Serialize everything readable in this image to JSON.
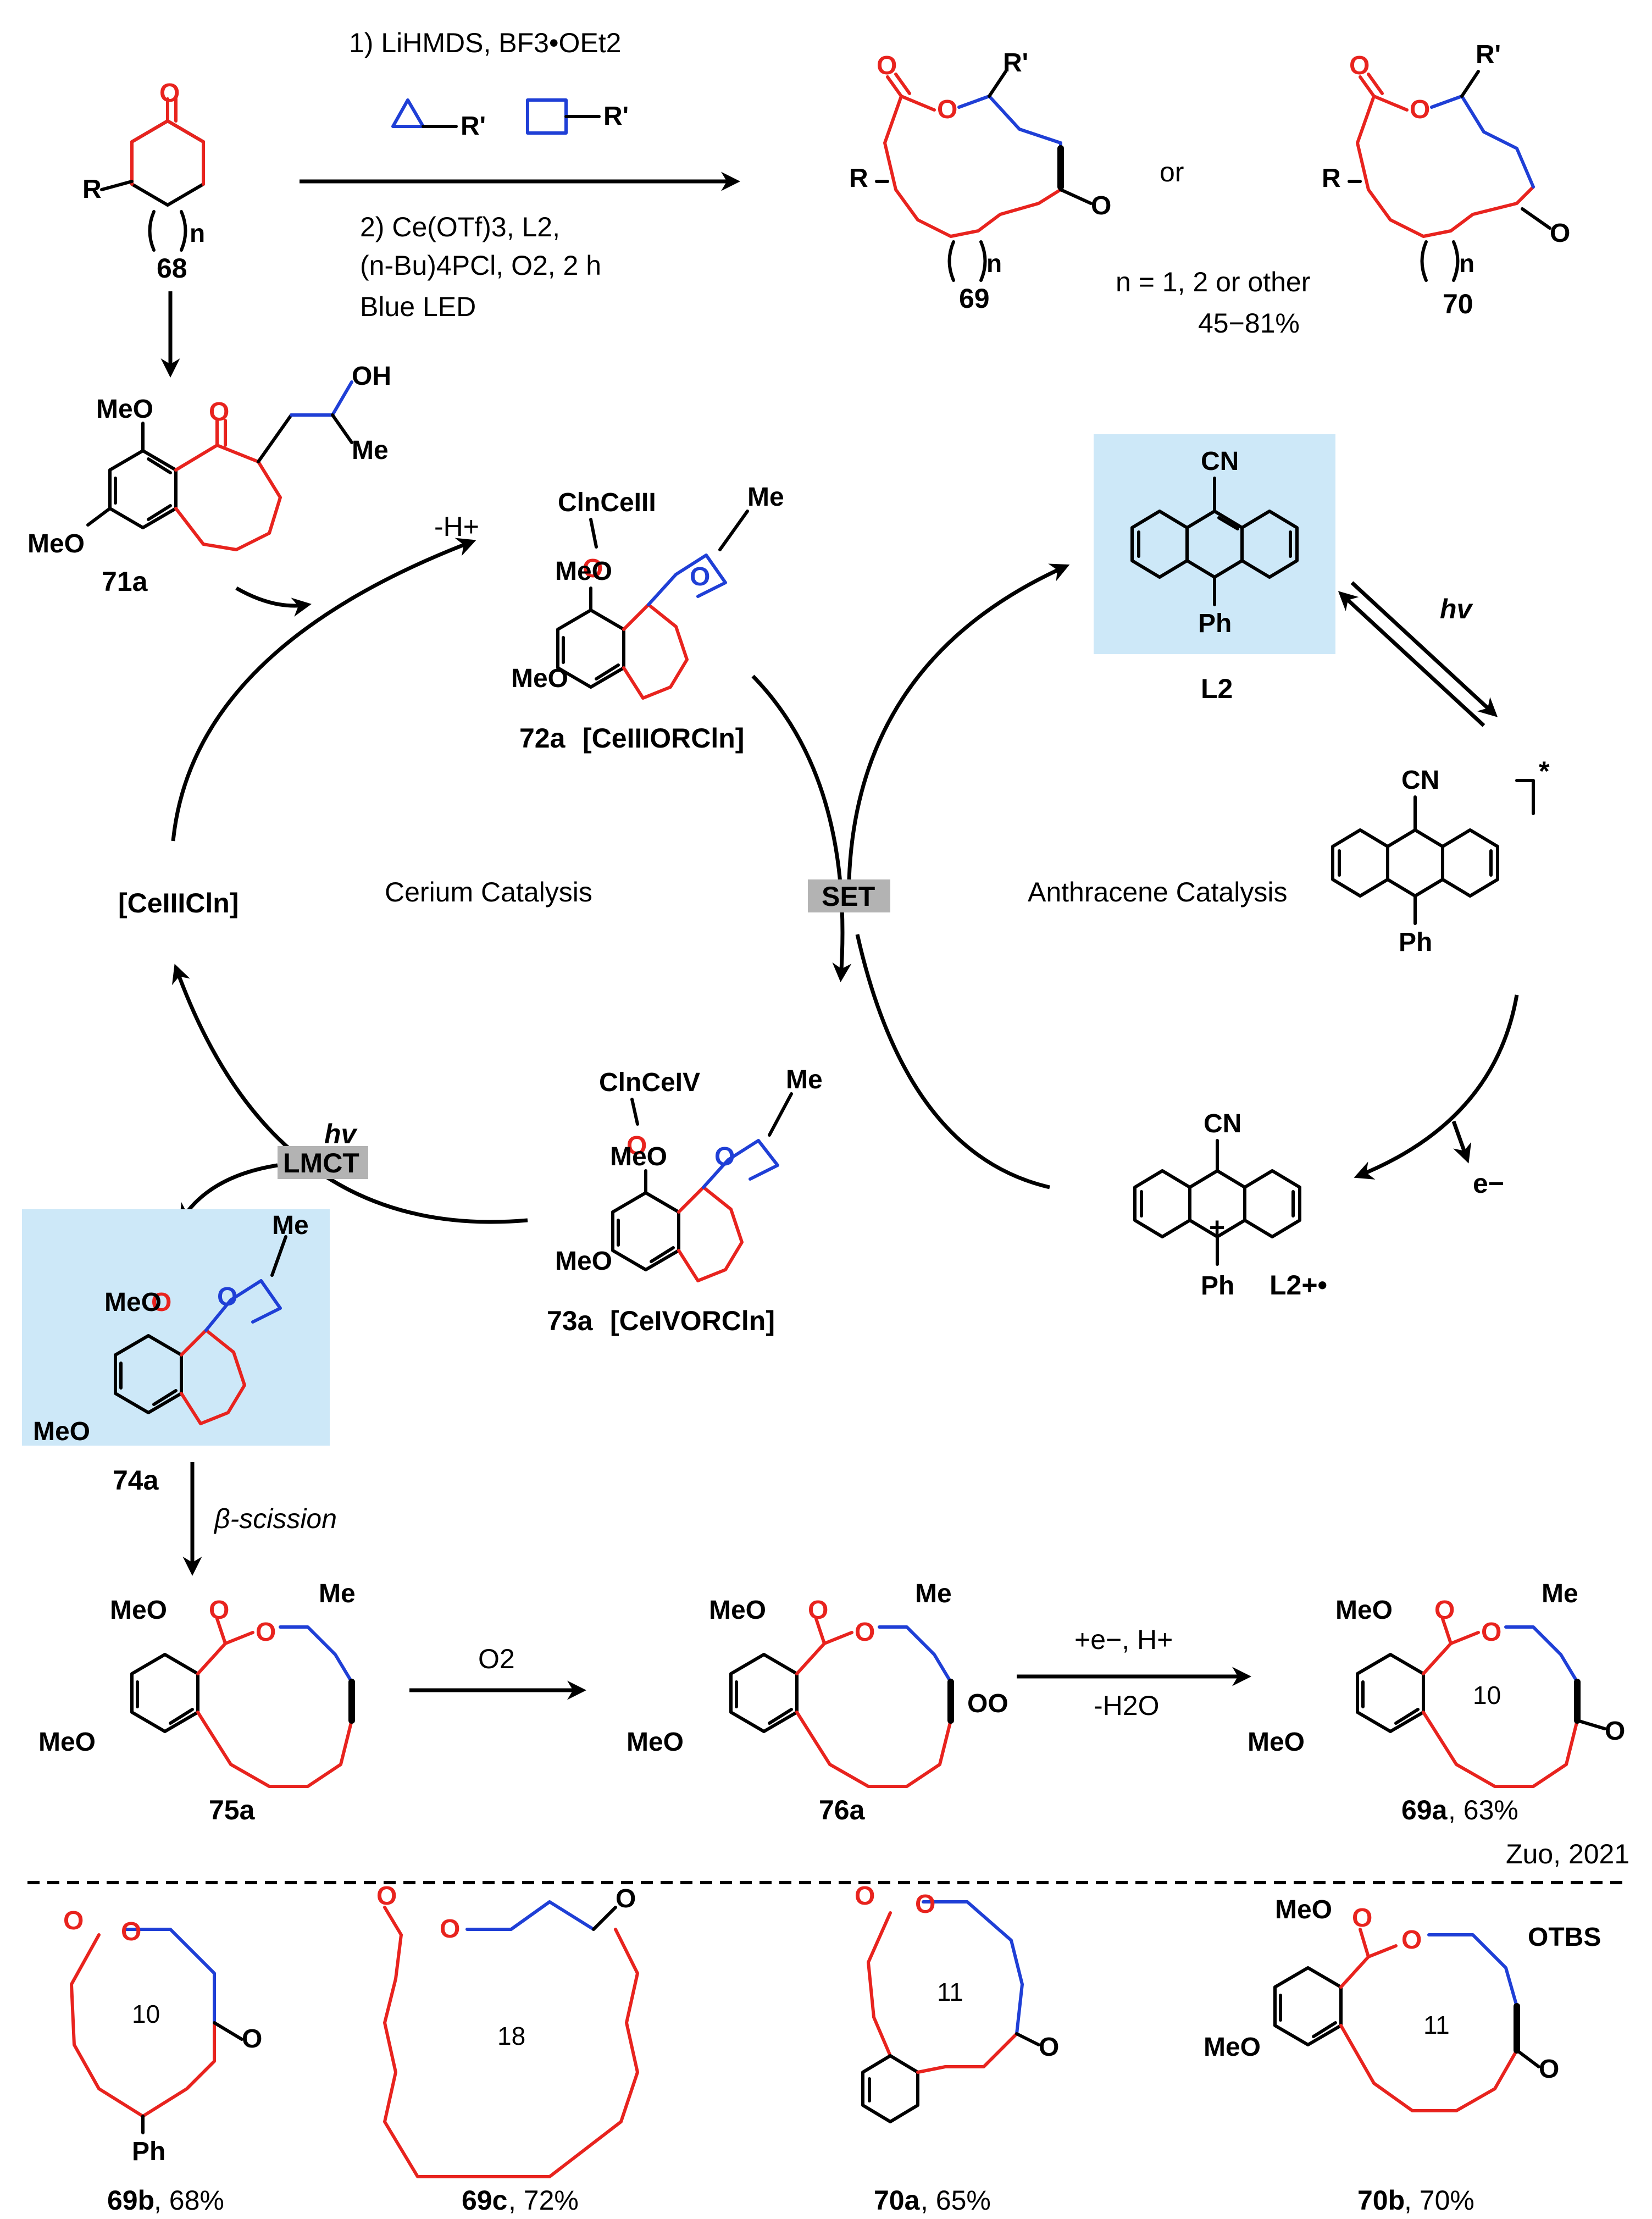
{
  "conditions": {
    "step1": "1) LiHMDS, BF3•OEt2",
    "step2_line1": "2) Ce(OTf)3, L2,",
    "step2_line2": "(n-Bu)4PCl, O2, 2 h",
    "step2_line3": "Blue LED",
    "epoxide_r": "R'",
    "oxetane_r": "R'"
  },
  "compounds": {
    "c68": "68",
    "c69": "69",
    "c70": "70",
    "c71a": "71a",
    "c72a": "72a",
    "c72a_formula": "[CeIIIORCln]",
    "c73a": "73a",
    "c73a_formula": "[CeIVORCln]",
    "c74a": "74a",
    "c75a": "75a",
    "c76a": "76a",
    "c69a": "69a",
    "c69a_yield": ", 63%",
    "l2": "L2",
    "l2_radical_cation": "L2+•",
    "ce3": "[CeIIICln]",
    "c69b": "69b",
    "c69b_yield": ", 68%",
    "c69c": "69c",
    "c69c_yield": ", 72%",
    "c70a": "70a",
    "c70a_yield": ", 65%",
    "c70b": "70b",
    "c70b_yield": ", 70%"
  },
  "texts": {
    "or": "or",
    "n_note": "n = 1, 2 or other",
    "yield_range": "45−81%",
    "minus_h": "-H+",
    "hv": "hv",
    "cerium_catalysis": "Cerium Catalysis",
    "anthracene_catalysis": "Anthracene Catalysis",
    "set": "SET",
    "lmct": "LMCT",
    "beta_scission": "β-scission",
    "o2": "O2",
    "e_h": "+e−, H+",
    "minus_h2o": "-H2O",
    "electron": "e−",
    "author": "Zuo, 2021",
    "ring10": "10",
    "ring18": "18",
    "ring11": "11",
    "ring11b": "11"
  },
  "atoms": {
    "o": "O",
    "r": "R",
    "rp": "R'",
    "n": "n",
    "meo": "MeO",
    "me": "Me",
    "oh": "OH",
    "cn": "CN",
    "ph": "Ph",
    "otbs": "OTBS",
    "oo": "OO",
    "cl_ce3": "ClnCeIII",
    "cl_ce4": "ClnCeIV",
    "star": "*",
    "plus": "+"
  },
  "colors": {
    "ring_red": "#e8231e",
    "chain_blue": "#1f3fd6",
    "highlight": "#cde8f8",
    "tag_grey": "#b3b3b3"
  },
  "highlight_boxes": [
    {
      "name": "l2-highlight-box",
      "shows": "L2"
    },
    {
      "name": "74a-highlight-box",
      "shows": "74a"
    }
  ]
}
